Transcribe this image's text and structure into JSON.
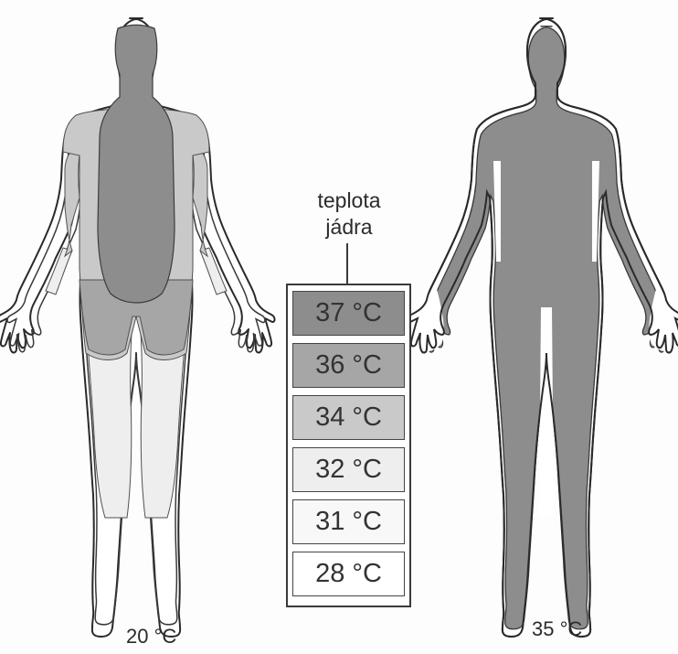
{
  "legend": {
    "title_line1": "teplota",
    "title_line2": "jádra",
    "items": [
      {
        "label": "37 °C",
        "color": "#8d8d8d"
      },
      {
        "label": "36 °C",
        "color": "#a6a6a6"
      },
      {
        "label": "34 °C",
        "color": "#c9c9c9"
      },
      {
        "label": "32 °C",
        "color": "#eeeeee"
      },
      {
        "label": "31 °C",
        "color": "#f8f8f8"
      },
      {
        "label": "28 °C",
        "color": "#ffffff"
      }
    ]
  },
  "figures": {
    "left_caption": "20 °C",
    "right_caption": "35 °C"
  }
}
